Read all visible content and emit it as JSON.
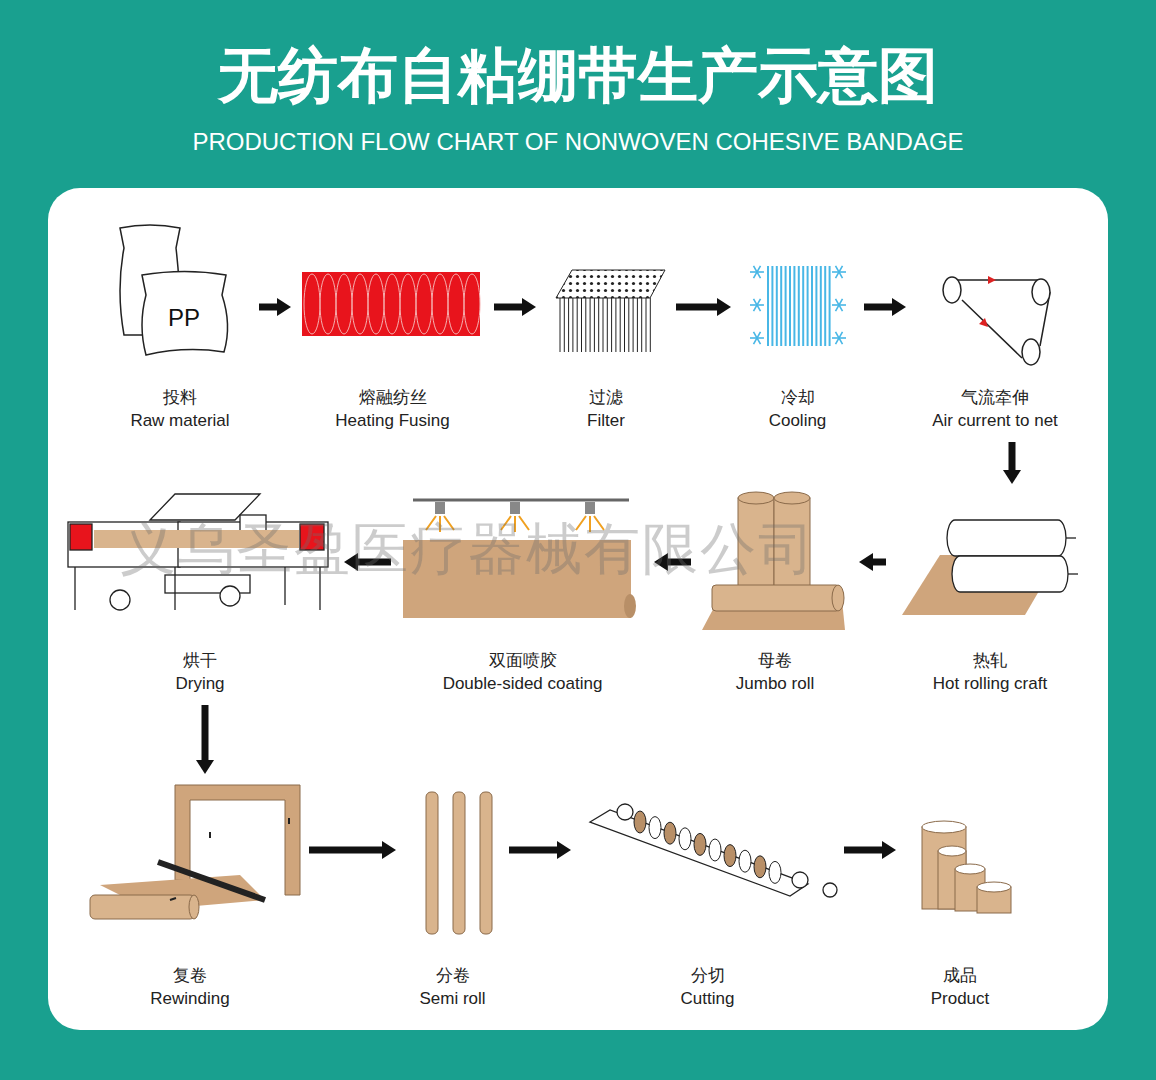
{
  "diagram": {
    "title": "无纺布自粘绷带生产示意图",
    "caption": "PRODUCTION FLOW CHART OF NONWOVEN COHESIVE BANDAGE",
    "nodes": [
      {
        "text": [
          "投料",
          "Raw material"
        ]
      },
      {
        "text": [
          "熔融纺丝",
          "Heating Fusing"
        ]
      },
      {
        "text": [
          "过滤",
          "Filter"
        ]
      },
      {
        "text": [
          "冷却",
          "Cooling"
        ]
      },
      {
        "text": [
          "气流牵伸",
          "Air current to net"
        ]
      },
      {
        "text": [
          "热轧",
          "Hot rolling craft"
        ]
      },
      {
        "text": [
          "母卷",
          "Jumbo roll"
        ]
      },
      {
        "text": [
          "双面喷胶",
          "Double-sided coating"
        ]
      },
      {
        "text": [
          "烘干",
          "Drying"
        ]
      },
      {
        "text": [
          "复卷",
          "Rewinding"
        ]
      },
      {
        "text": [
          "分卷",
          "Semi roll"
        ]
      },
      {
        "text": [
          "分切",
          "Cutting"
        ]
      },
      {
        "text": [
          "成品",
          "Product"
        ]
      }
    ],
    "edges": [
      {
        "from": 0,
        "to": 1,
        "arrow": "to"
      },
      {
        "from": 1,
        "to": 2,
        "arrow": "to"
      },
      {
        "from": 2,
        "to": 3,
        "arrow": "to"
      },
      {
        "from": 3,
        "to": 4,
        "arrow": "to"
      },
      {
        "from": 4,
        "to": 5,
        "arrow": "to"
      },
      {
        "from": 5,
        "to": 6,
        "arrow": "to"
      },
      {
        "from": 6,
        "to": 7,
        "arrow": "to"
      },
      {
        "from": 7,
        "to": 8,
        "arrow": "to"
      },
      {
        "from": 8,
        "to": 9,
        "arrow": "to"
      },
      {
        "from": 9,
        "to": 10,
        "arrow": "to"
      },
      {
        "from": 10,
        "to": 11,
        "arrow": "to"
      },
      {
        "from": 11,
        "to": 12,
        "arrow": "to"
      }
    ],
    "labels": [
      "PP",
      "义乌圣盈医疗器械有限公司"
    ]
  }
}
